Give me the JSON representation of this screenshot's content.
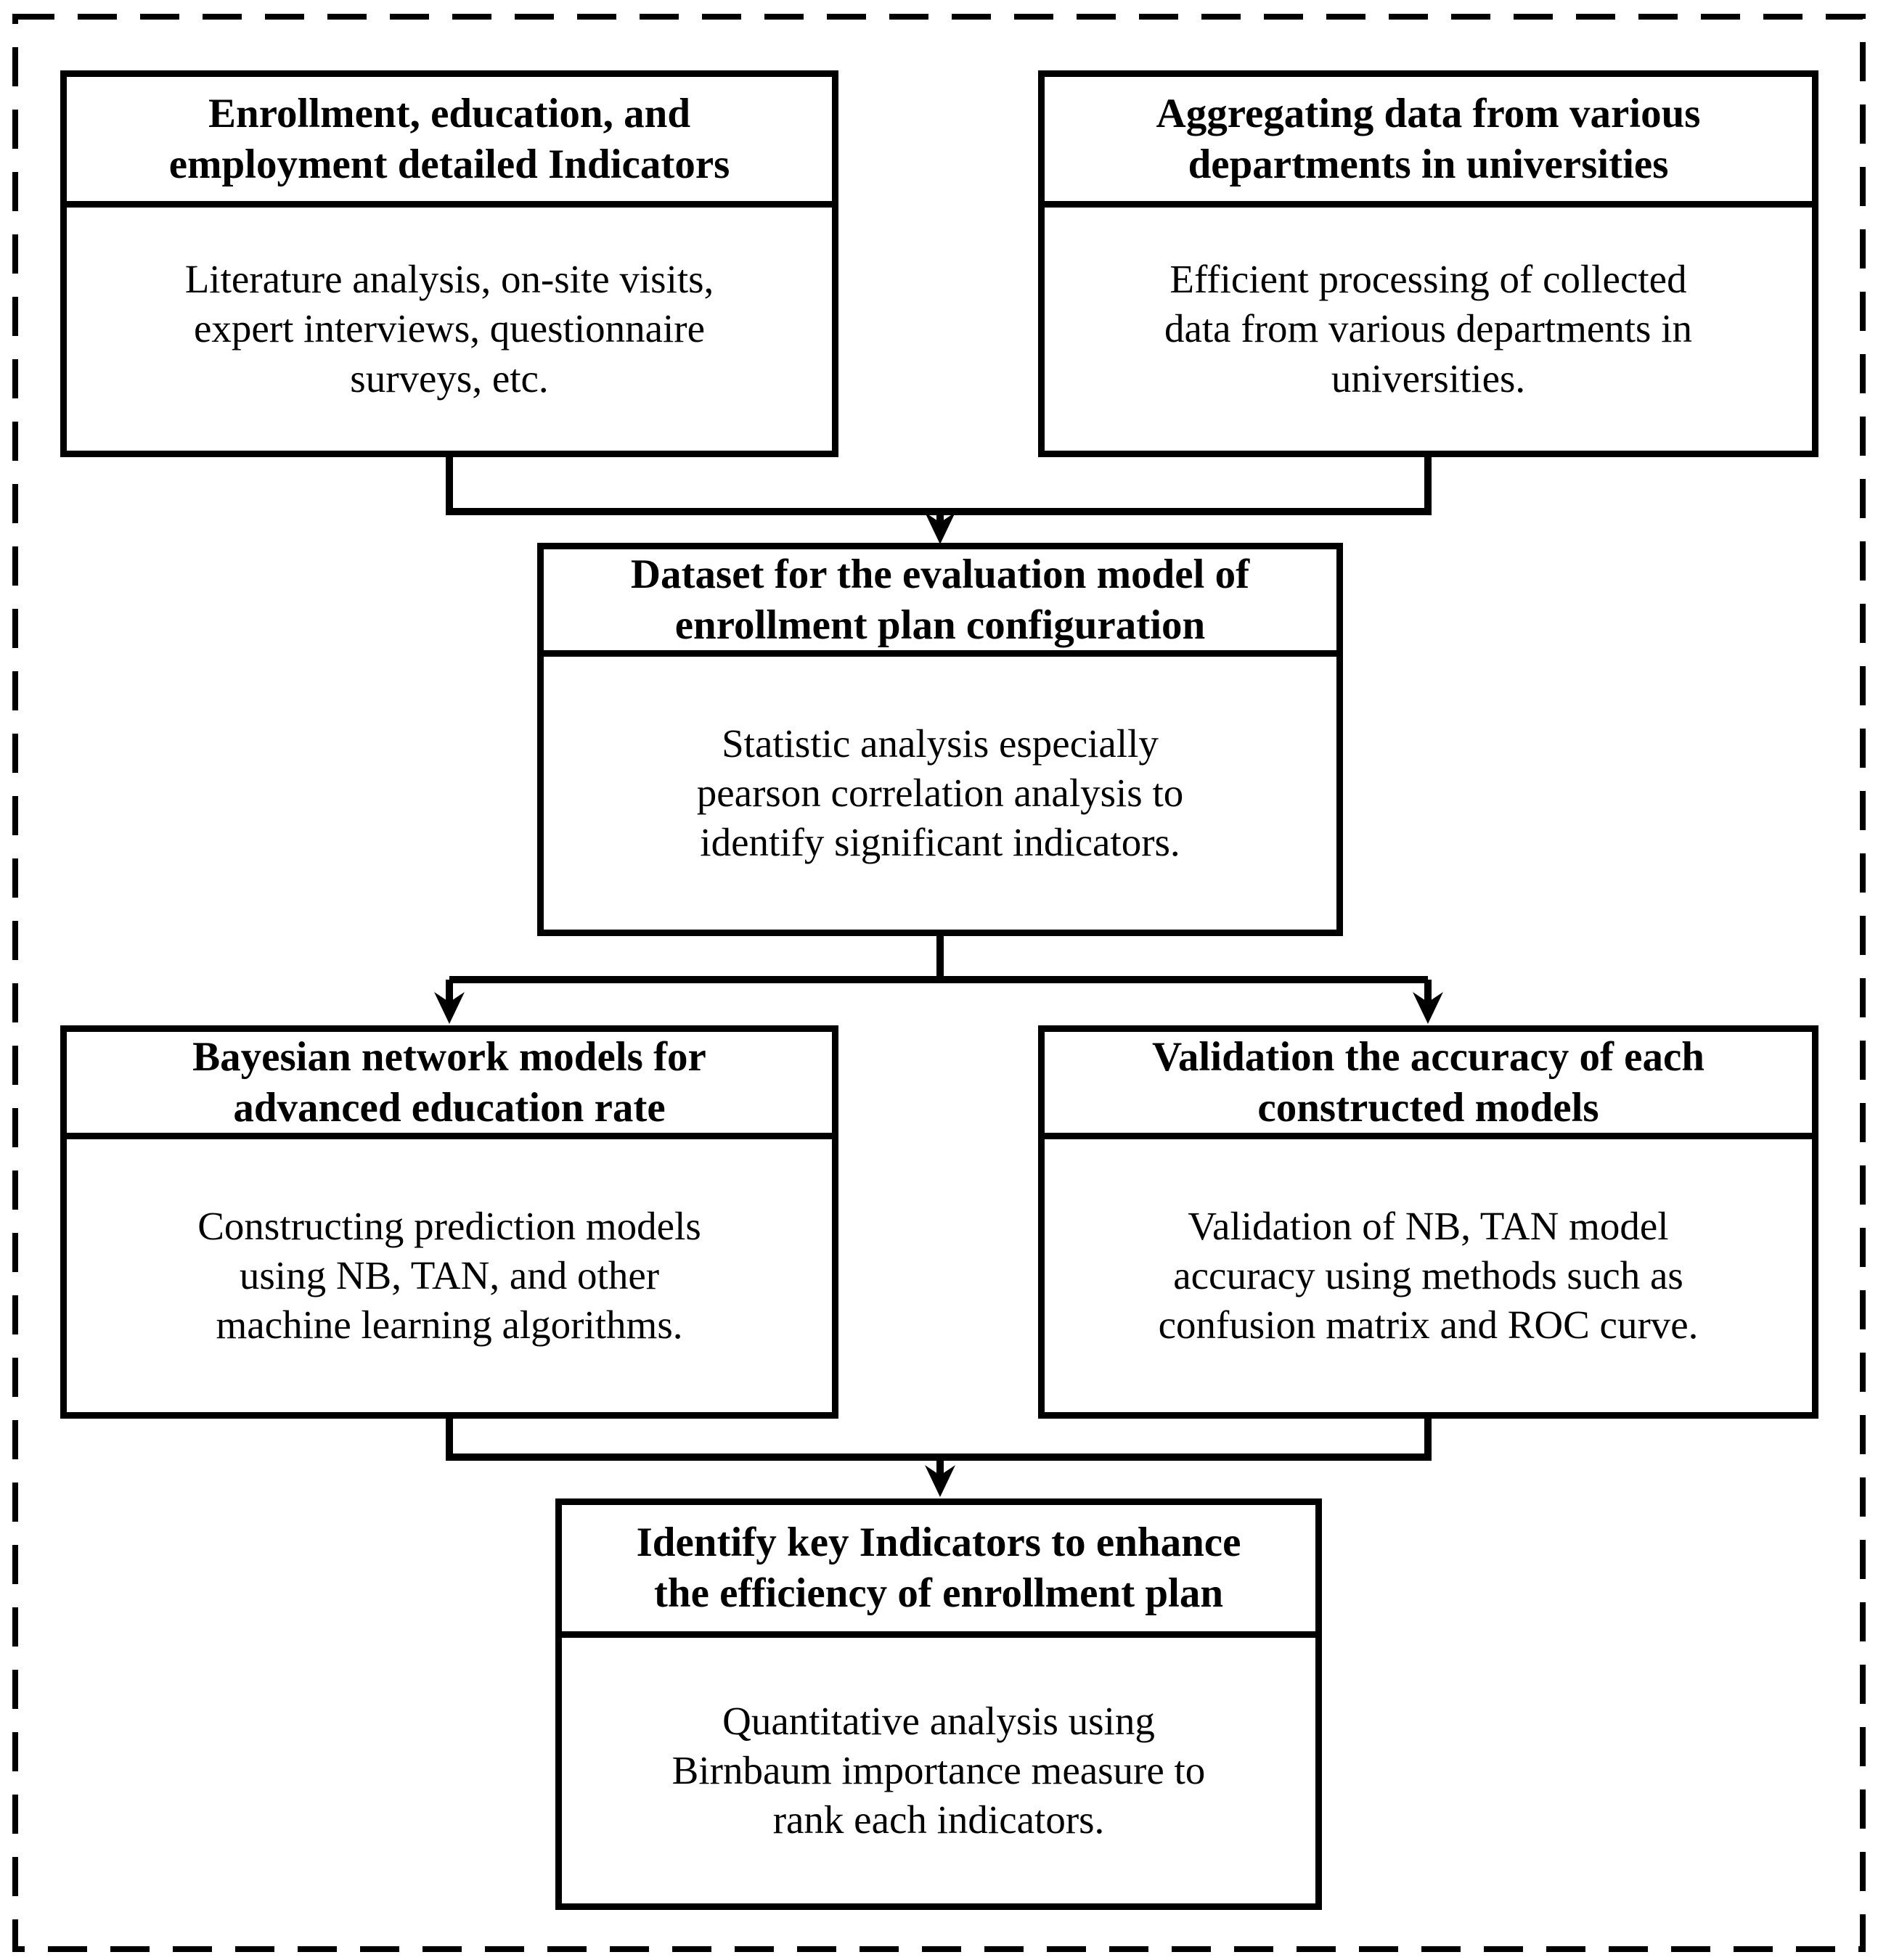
{
  "diagram": {
    "type": "flowchart",
    "colors": {
      "line": "#000000",
      "background": "#ffffff",
      "text": "#000000"
    },
    "frame": "dashed-rectangle",
    "boxes": {
      "indicators": {
        "header": [
          "Enrollment, education, and",
          "employment detailed Indicators"
        ],
        "body": [
          "Literature analysis, on-site visits,",
          "expert interviews, questionnaire",
          "surveys, etc."
        ]
      },
      "aggregating": {
        "header": [
          "Aggregating data from various",
          "departments in universities"
        ],
        "body": [
          "Efficient processing of collected",
          "data from various departments in",
          "universities."
        ]
      },
      "dataset": {
        "header": [
          "Dataset for the evaluation model of",
          "enrollment plan configuration"
        ],
        "body": [
          "Statistic analysis especially",
          "pearson correlation analysis to",
          "identify significant indicators."
        ]
      },
      "bayesian": {
        "header": [
          "Bayesian network models for",
          "advanced education rate"
        ],
        "body": [
          "Constructing prediction models",
          "using NB, TAN, and other",
          "machine learning algorithms."
        ]
      },
      "validation": {
        "header": [
          "Validation the accuracy of each",
          "constructed models"
        ],
        "body": [
          "Validation of NB, TAN model",
          "accuracy using methods such as",
          "confusion matrix and ROC curve."
        ]
      },
      "identify": {
        "header": [
          "Identify key Indicators to enhance",
          "the efficiency of enrollment plan"
        ],
        "body": [
          "Quantitative analysis using",
          "Birnbaum importance measure to",
          "rank each indicators."
        ]
      }
    },
    "connections": [
      {
        "from": "indicators",
        "to": "dataset"
      },
      {
        "from": "aggregating",
        "to": "dataset"
      },
      {
        "from": "dataset",
        "to": "bayesian"
      },
      {
        "from": "dataset",
        "to": "validation"
      },
      {
        "from": "bayesian",
        "to": "identify"
      },
      {
        "from": "validation",
        "to": "identify"
      }
    ]
  }
}
